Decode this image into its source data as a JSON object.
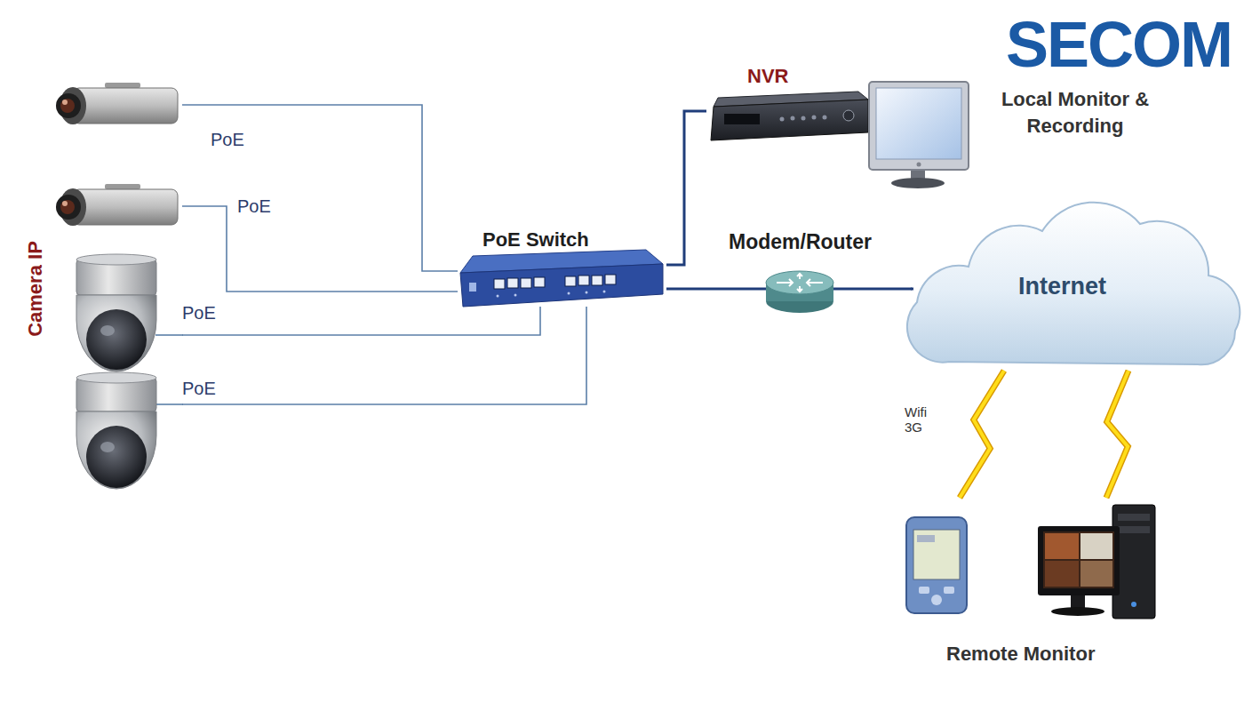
{
  "diagram": {
    "nodes": [
      {
        "text": [
          "Camera IP"
        ]
      },
      {
        "text": [
          "PoE Switch"
        ]
      },
      {
        "text": [
          "NVR"
        ]
      },
      {
        "text": [
          "Local Monitor & Recording"
        ]
      },
      {
        "text": [
          "Modem/Router"
        ]
      },
      {
        "text": [
          "Internet"
        ]
      },
      {
        "text": [
          "Remote Monitor"
        ]
      }
    ],
    "edges": [
      {
        "from": 0,
        "to": 1,
        "label": "PoE",
        "arrow": "none"
      },
      {
        "from": 0,
        "to": 1,
        "label": "PoE",
        "arrow": "none"
      },
      {
        "from": 0,
        "to": 1,
        "label": "PoE",
        "arrow": "none"
      },
      {
        "from": 0,
        "to": 1,
        "label": "PoE",
        "arrow": "none"
      },
      {
        "from": 1,
        "to": 2,
        "arrow": "none"
      },
      {
        "from": 1,
        "to": 4,
        "arrow": "none"
      },
      {
        "from": 4,
        "to": 5,
        "arrow": "none"
      },
      {
        "from": 5,
        "to": 6,
        "label": "Wifi 3G",
        "arrow": "none"
      },
      {
        "from": 5,
        "to": 6,
        "arrow": "none"
      }
    ],
    "labels": [
      "SECOM"
    ]
  }
}
